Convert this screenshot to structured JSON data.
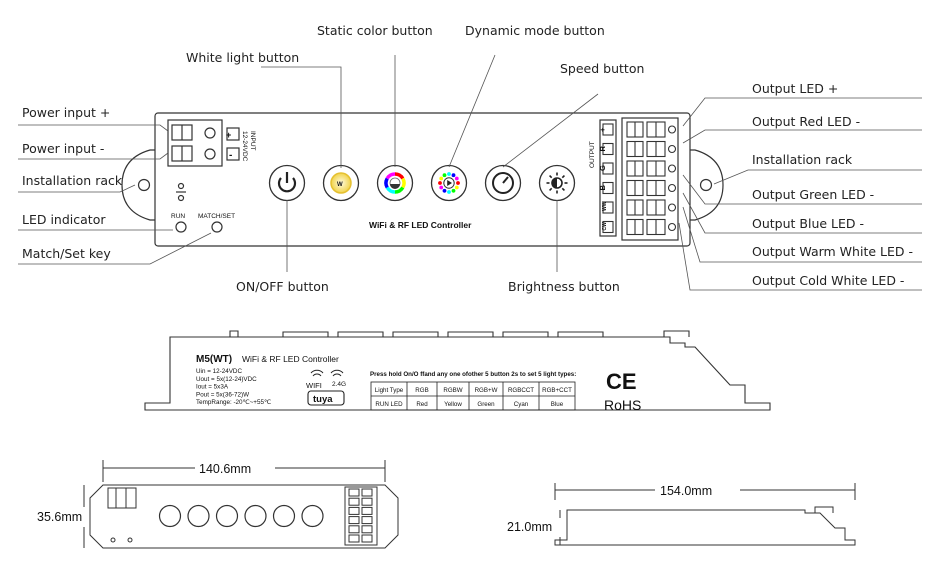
{
  "callouts": {
    "white_light": "White light button",
    "static_color": "Static color button",
    "dynamic_mode": "Dynamic mode button",
    "speed": "Speed button",
    "power_plus": "Power input +",
    "power_minus": "Power input -",
    "install_rack_left": "Installation rack",
    "led_indicator": "LED indicator",
    "match_set_key": "Match/Set key",
    "on_off": "ON/OFF button",
    "brightness": "Brightness button",
    "out_led_plus": "Output LED +",
    "out_red": "Output Red LED -",
    "install_rack_right": "Installation rack",
    "out_green": "Output Green LED -",
    "out_blue": "Output Blue LED -",
    "out_ww": "Output Warm White LED -",
    "out_cw": "Output Cold White LED -"
  },
  "front_panel": {
    "input_label_1": "INPUT",
    "input_label_2": "12-24VDC",
    "plus": "+",
    "minus": "-",
    "run": "RUN",
    "match_set": "MATCH/SET",
    "title": "WiFi & RF LED Controller",
    "w_glyph": "W",
    "output_label": "OUTPUT",
    "out_terms": [
      "+",
      "R",
      "G",
      "B",
      "WW",
      "CW"
    ]
  },
  "side_label": {
    "model": "M5(WT)",
    "subtitle": "WiFi & RF LED Controller",
    "specs": [
      "Uin   = 12-24VDC",
      "Uout = 5x(12-24)VDC",
      "Iout   = 5x3A",
      "Pout = 5x(36-72)W",
      "TempRange: -20℃~+55℃"
    ],
    "wifi": "WIFI",
    "ghz": "2.4G",
    "tuya": "tuya",
    "instruction": "Press hold On/O ffand any one ofother 5 button 2s to set 5 light types:",
    "table": {
      "row1": [
        "Light Type",
        "RGB",
        "RGBW",
        "RGB+W",
        "RGBCCT",
        "RGB+CCT"
      ],
      "row2": [
        "RUN LED",
        "Red",
        "Yellow",
        "Green",
        "Cyan",
        "Blue"
      ]
    },
    "ce": "CE",
    "rohs": "RoHS"
  },
  "dimensions": {
    "length": "140.6mm",
    "width": "35.6mm",
    "total_length": "154.0mm",
    "height": "21.0mm"
  },
  "colors": {
    "line": "#3a3a3a",
    "rgb_ring": [
      "#ff0000",
      "#ffff00",
      "#00ff00",
      "#00ffff",
      "#0000ff",
      "#ff00ff"
    ]
  }
}
